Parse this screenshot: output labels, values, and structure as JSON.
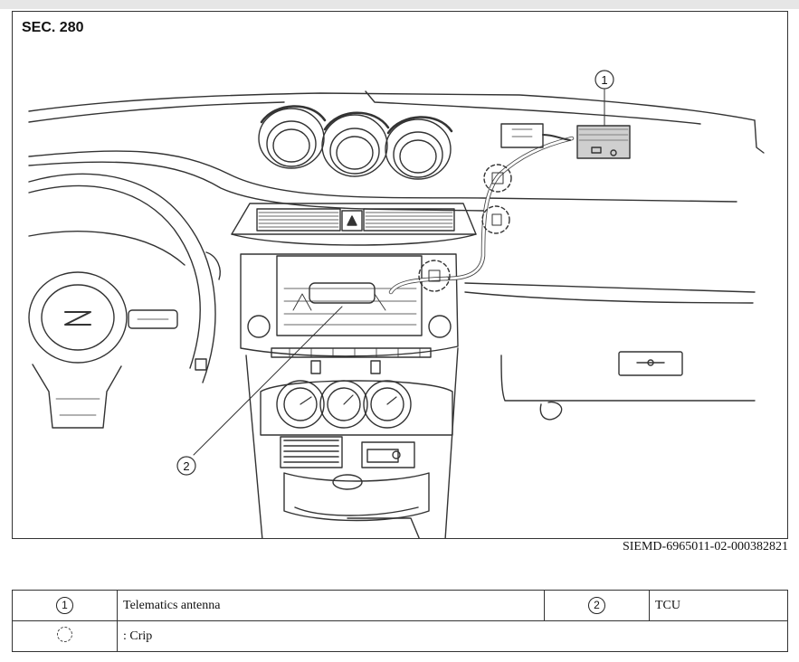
{
  "figure": {
    "section_label": "SEC. 280",
    "callout_1": "1",
    "callout_2": "2",
    "figure_id": "SIEMD-6965011-02-000382821"
  },
  "legend": {
    "item1_symbol": "1",
    "item1_label": "Telematics antenna",
    "item2_symbol": "2",
    "item2_label": "TCU",
    "clip_label": ": Crip"
  },
  "icons": {
    "callout": "circled-number-icon",
    "clip": "dashed-circle-clip-icon"
  }
}
